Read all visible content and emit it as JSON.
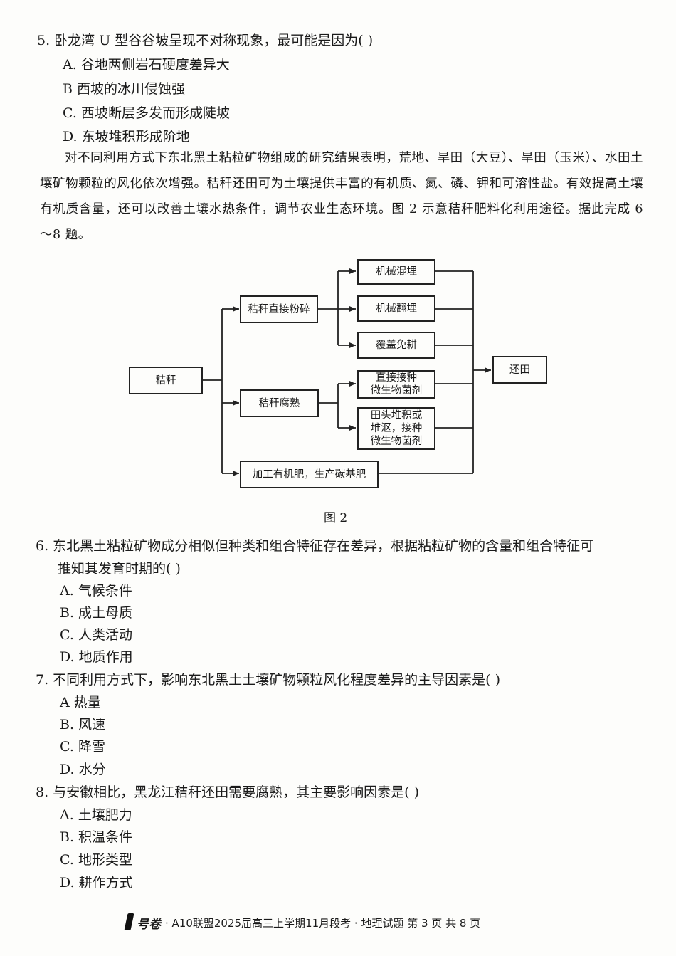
{
  "q5": {
    "stem": "5.  卧龙湾 U 型谷谷坡呈现不对称现象，最可能是因为(          )",
    "options": [
      "A.   谷地两侧岩石硬度差异大",
      "B   西坡的冰川侵蚀强",
      "C.   西坡断层多发而形成陡坡",
      "D.   东坡堆积形成阶地"
    ]
  },
  "passage": "对不同利用方式下东北黑土粘粒矿物组成的研究结果表明，荒地、旱田（大豆）、旱田（玉米）、水田土壤矿物颗粒的风化依次增强。秸秆还田可为土壤提供丰富的有机质、氮、磷、钾和可溶性盐。有效提高土壤有机质含量，还可以改善土壤水热条件，调节农业生态环境。图 2 示意秸秆肥料化利用途径。据此完成 6～8 题。",
  "diagram": {
    "root": "秸秆",
    "crush": "秸秆直接粉碎",
    "rot": "秸秆腐熟",
    "fertilizer": "加工有机肥，生产碳基肥",
    "mix": "机械混埋",
    "turn": "机械翻埋",
    "cover": "覆盖免耕",
    "inoculate": "直接接种\n微生物菌剂",
    "pile": "田头堆积或\n堆沤，接种\n微生物菌剂",
    "field": "还田",
    "caption": "图 2"
  },
  "q6": {
    "stem_line1": "6.  东北黑土粘粒矿物成分相似但种类和组合特征存在差异，根据粘粒矿物的含量和组合特征可",
    "stem_line2": "推知其发育时期的(          )",
    "options": [
      "A.   气候条件",
      "B.   成土母质",
      "C.   人类活动",
      "D.   地质作用"
    ]
  },
  "q7": {
    "stem": "7.  不同利用方式下，影响东北黑土土壤矿物颗粒风化程度差异的主导因素是(          )",
    "options": [
      "A   热量",
      "B.   风速",
      "C.   降雪",
      "D.   水分"
    ]
  },
  "q8": {
    "stem": "8.  与安徽相比，黑龙江秸秆还田需要腐熟，其主要影响因素是(          )",
    "options": [
      "A.   土壤肥力",
      "B.   积温条件",
      "C.   地形类型",
      "D.   耕作方式"
    ]
  },
  "footer": {
    "brand": "号卷",
    "text": "· A10联盟2025届高三上学期11月段考 · 地理试题    第 3 页    共 8 页"
  }
}
